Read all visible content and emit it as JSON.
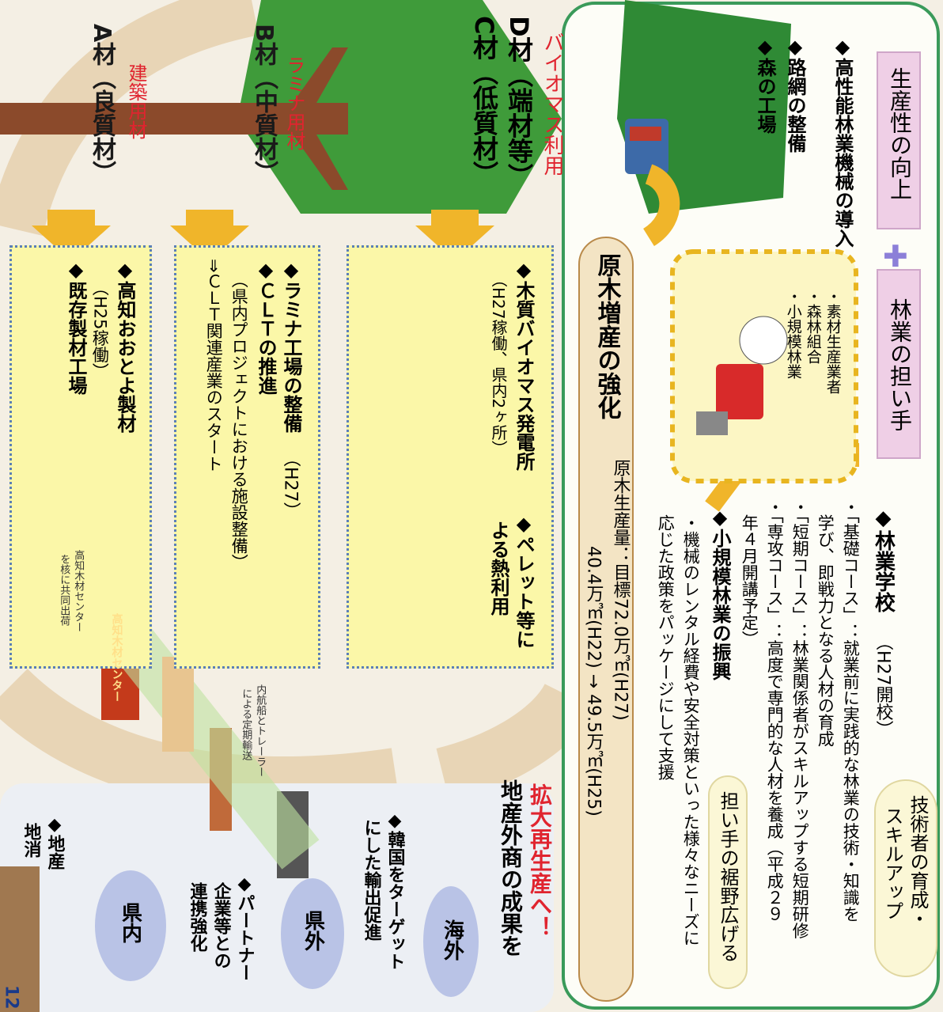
{
  "grades": {
    "c_label": "C材（低質材）",
    "d_label": "D材（端材等）",
    "cd_use": "バイオマス利用",
    "b_label": "B材（中質材）",
    "b_use": "ラミナ用材",
    "a_label": "A材（良質材）",
    "a_use": "建築用材"
  },
  "productivity": {
    "title": "生産性の向上",
    "items": [
      "◆高性能林業機械の導入",
      "◆路網の整備",
      "◆森の工場"
    ]
  },
  "workforce": {
    "title": "林業の担い手",
    "types": [
      "・素材生産業者",
      "・森林組合",
      "・小規模林業"
    ]
  },
  "plus_sign": "✚",
  "school": {
    "heading": "◆林業学校",
    "heading_note": "（H27開校）",
    "lines": [
      "・「基礎コース」：就業前に実践的な林業の技術・知識を",
      "学び、即戦力となる人材の育成",
      "・「短期コース」：林業関係者がスキルアップする短期研修",
      "・「専攻コース」：高度で専門的な人材を養成（平成２９",
      "年４月開講予定）"
    ]
  },
  "small_forestry": {
    "heading": "◆小規模林業の振興",
    "lines": [
      "・機械のレンタル経費や安全対策といった様々なニーズに",
      "応じた政策をパッケージにして支援"
    ]
  },
  "clouds": {
    "skill": [
      "技術者の育成・",
      "スキルアップ"
    ],
    "broaden": "担い手の裾野広げる"
  },
  "timber": {
    "title": "原木増産の強化",
    "line1": "原木生産量：目標72.0万㎥(H27)",
    "line2": "40.4万㎥(H22) → 49.5万㎥(H25)"
  },
  "biomass": {
    "heading": "◆木質バイオマス発電所",
    "note": "（H27稼働、県内2ヶ所）",
    "pellet": [
      "◆ペレット等に",
      "よる熱利用"
    ]
  },
  "lamina": {
    "heading": "◆ラミナ工場の整備",
    "heading_note": "（H27）",
    "clt_heading": "◆ＣＬＴの推進",
    "clt_note": "（県内プロジェクトにおける施設整備）",
    "clt_start": "⇒ＣＬＴ関連産業のスタート"
  },
  "sawmill": {
    "heading": "◆高知おおとよ製材",
    "note": "（H25稼働）",
    "existing": "◆既存製材工場",
    "center_sign": "高知木材センター",
    "center_caption": [
      "高知木材センター",
      "を核に共同出荷"
    ]
  },
  "transport": {
    "caption": [
      "内航船とトレーラー",
      "による定期輸送"
    ]
  },
  "expansion": {
    "title": "拡大再生産へ！",
    "subtitle": "地産外商の成果を"
  },
  "markets": {
    "overseas": "海外",
    "outside": "県外",
    "inside": "県内",
    "korea": [
      "◆韓国をターゲット",
      "にした輸出促進"
    ],
    "partner": [
      "◆パートナー",
      "企業等との",
      "連携強化"
    ],
    "local": [
      "◆地産",
      "地消"
    ]
  },
  "page_number": "12",
  "colors": {
    "tree": "#3f9b3a",
    "trunk": "#8b4a2b",
    "arrow": "#f0b52a",
    "box_fill": "#fbf7a8",
    "frame": "#3a9a5a",
    "accent_red": "#e0242f"
  }
}
